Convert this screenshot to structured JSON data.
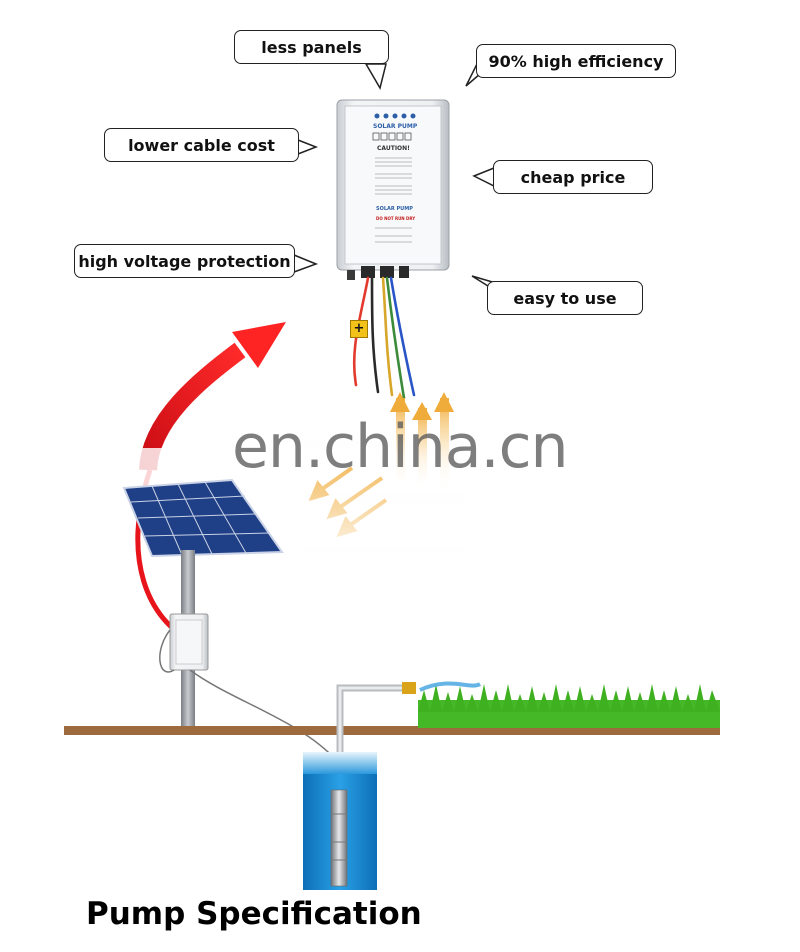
{
  "callouts": {
    "less_panels": "less panels",
    "high_efficiency": "90% high efficiency",
    "lower_cable_cost": "lower cable cost",
    "cheap_price": "cheap price",
    "high_voltage_protection": "high voltage protection",
    "easy_to_use": "easy to use"
  },
  "controller": {
    "brand": "SOLAR PUMP",
    "caution": "CAUTION!",
    "brand_lower": "SOLAR PUMP",
    "warning": "DO NOT RUN DRY",
    "plus_terminal": "+"
  },
  "watermark": "en.china.cn",
  "title": "Pump Specification",
  "colors": {
    "arrow_red": "#e8141b",
    "arrow_orange": "#f0a830",
    "ground_brown": "#9c6a3c",
    "water_blue": "#1d8fd3",
    "grass_green": "#45b827",
    "panel_blue": "#1f3f86"
  },
  "icons": [
    "solar-panel-icon",
    "controller-box-icon",
    "pump-icon",
    "red-arrow-icon",
    "heat-arrows-icon",
    "grass-icon"
  ]
}
